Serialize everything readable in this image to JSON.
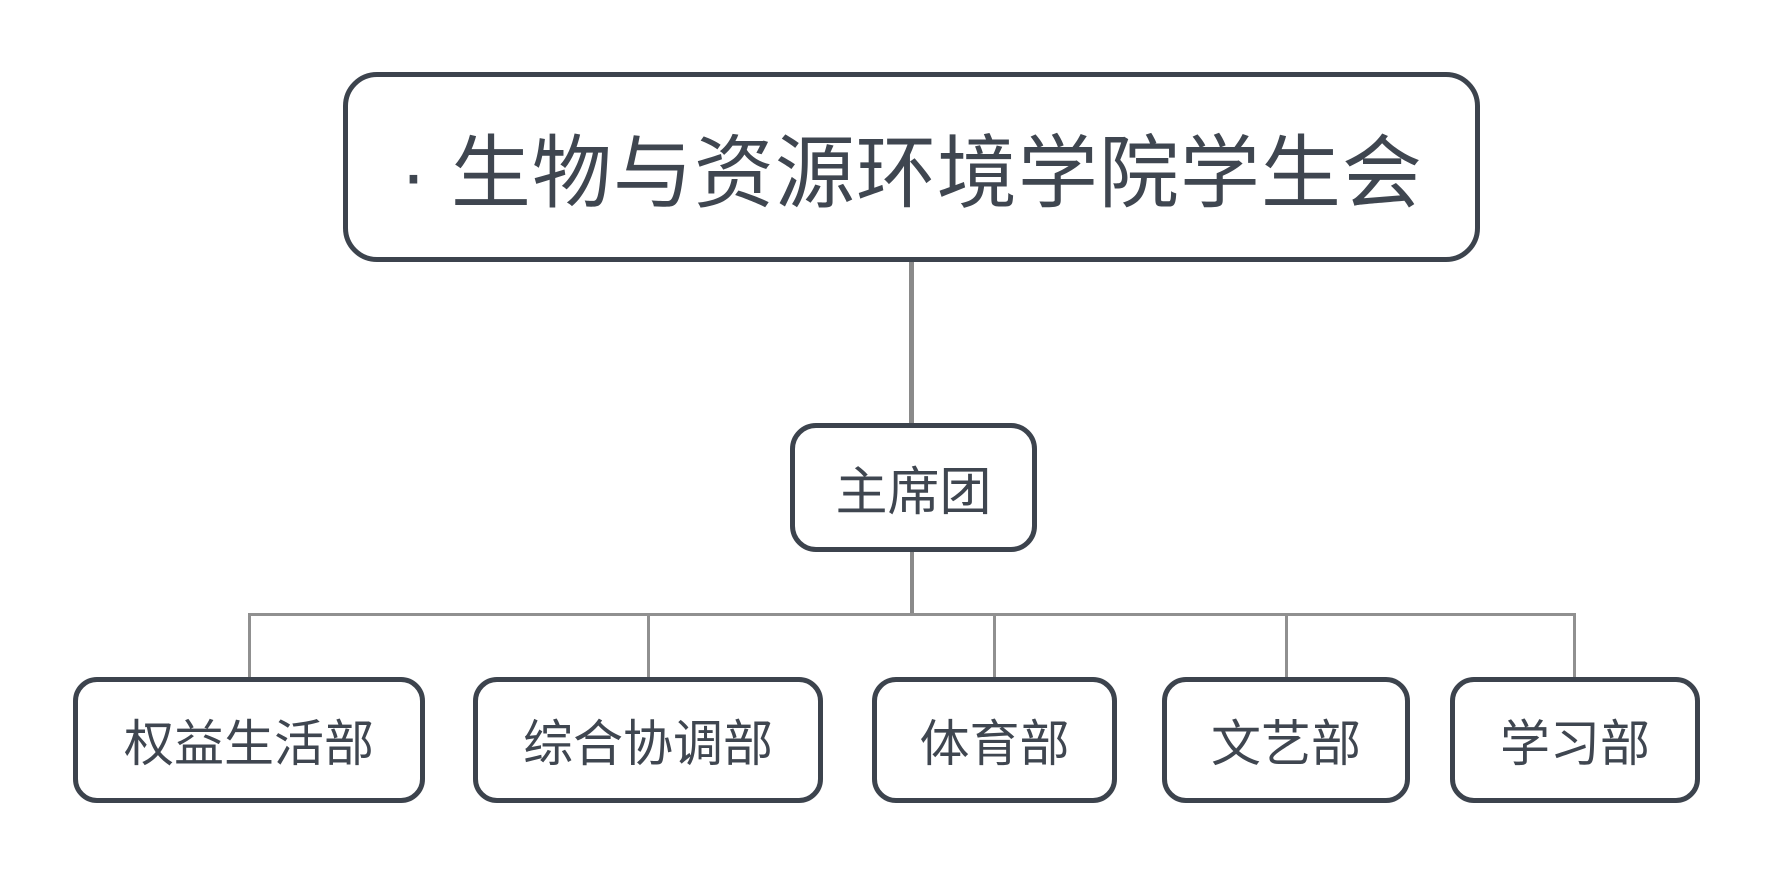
{
  "diagram": {
    "type": "org-chart",
    "root": {
      "label": "· 生物与资源环境学院学生会"
    },
    "chair": {
      "label": "主席团"
    },
    "departments": [
      {
        "label": "权益生活部"
      },
      {
        "label": "综合协调部"
      },
      {
        "label": "体育部"
      },
      {
        "label": "文艺部"
      },
      {
        "label": "学习部"
      }
    ]
  },
  "colors": {
    "node_border": "#3c434d",
    "node_text": "#3f4650",
    "connector": "#8a8a8a",
    "connector_thin": "#909090",
    "background": "#ffffff"
  }
}
